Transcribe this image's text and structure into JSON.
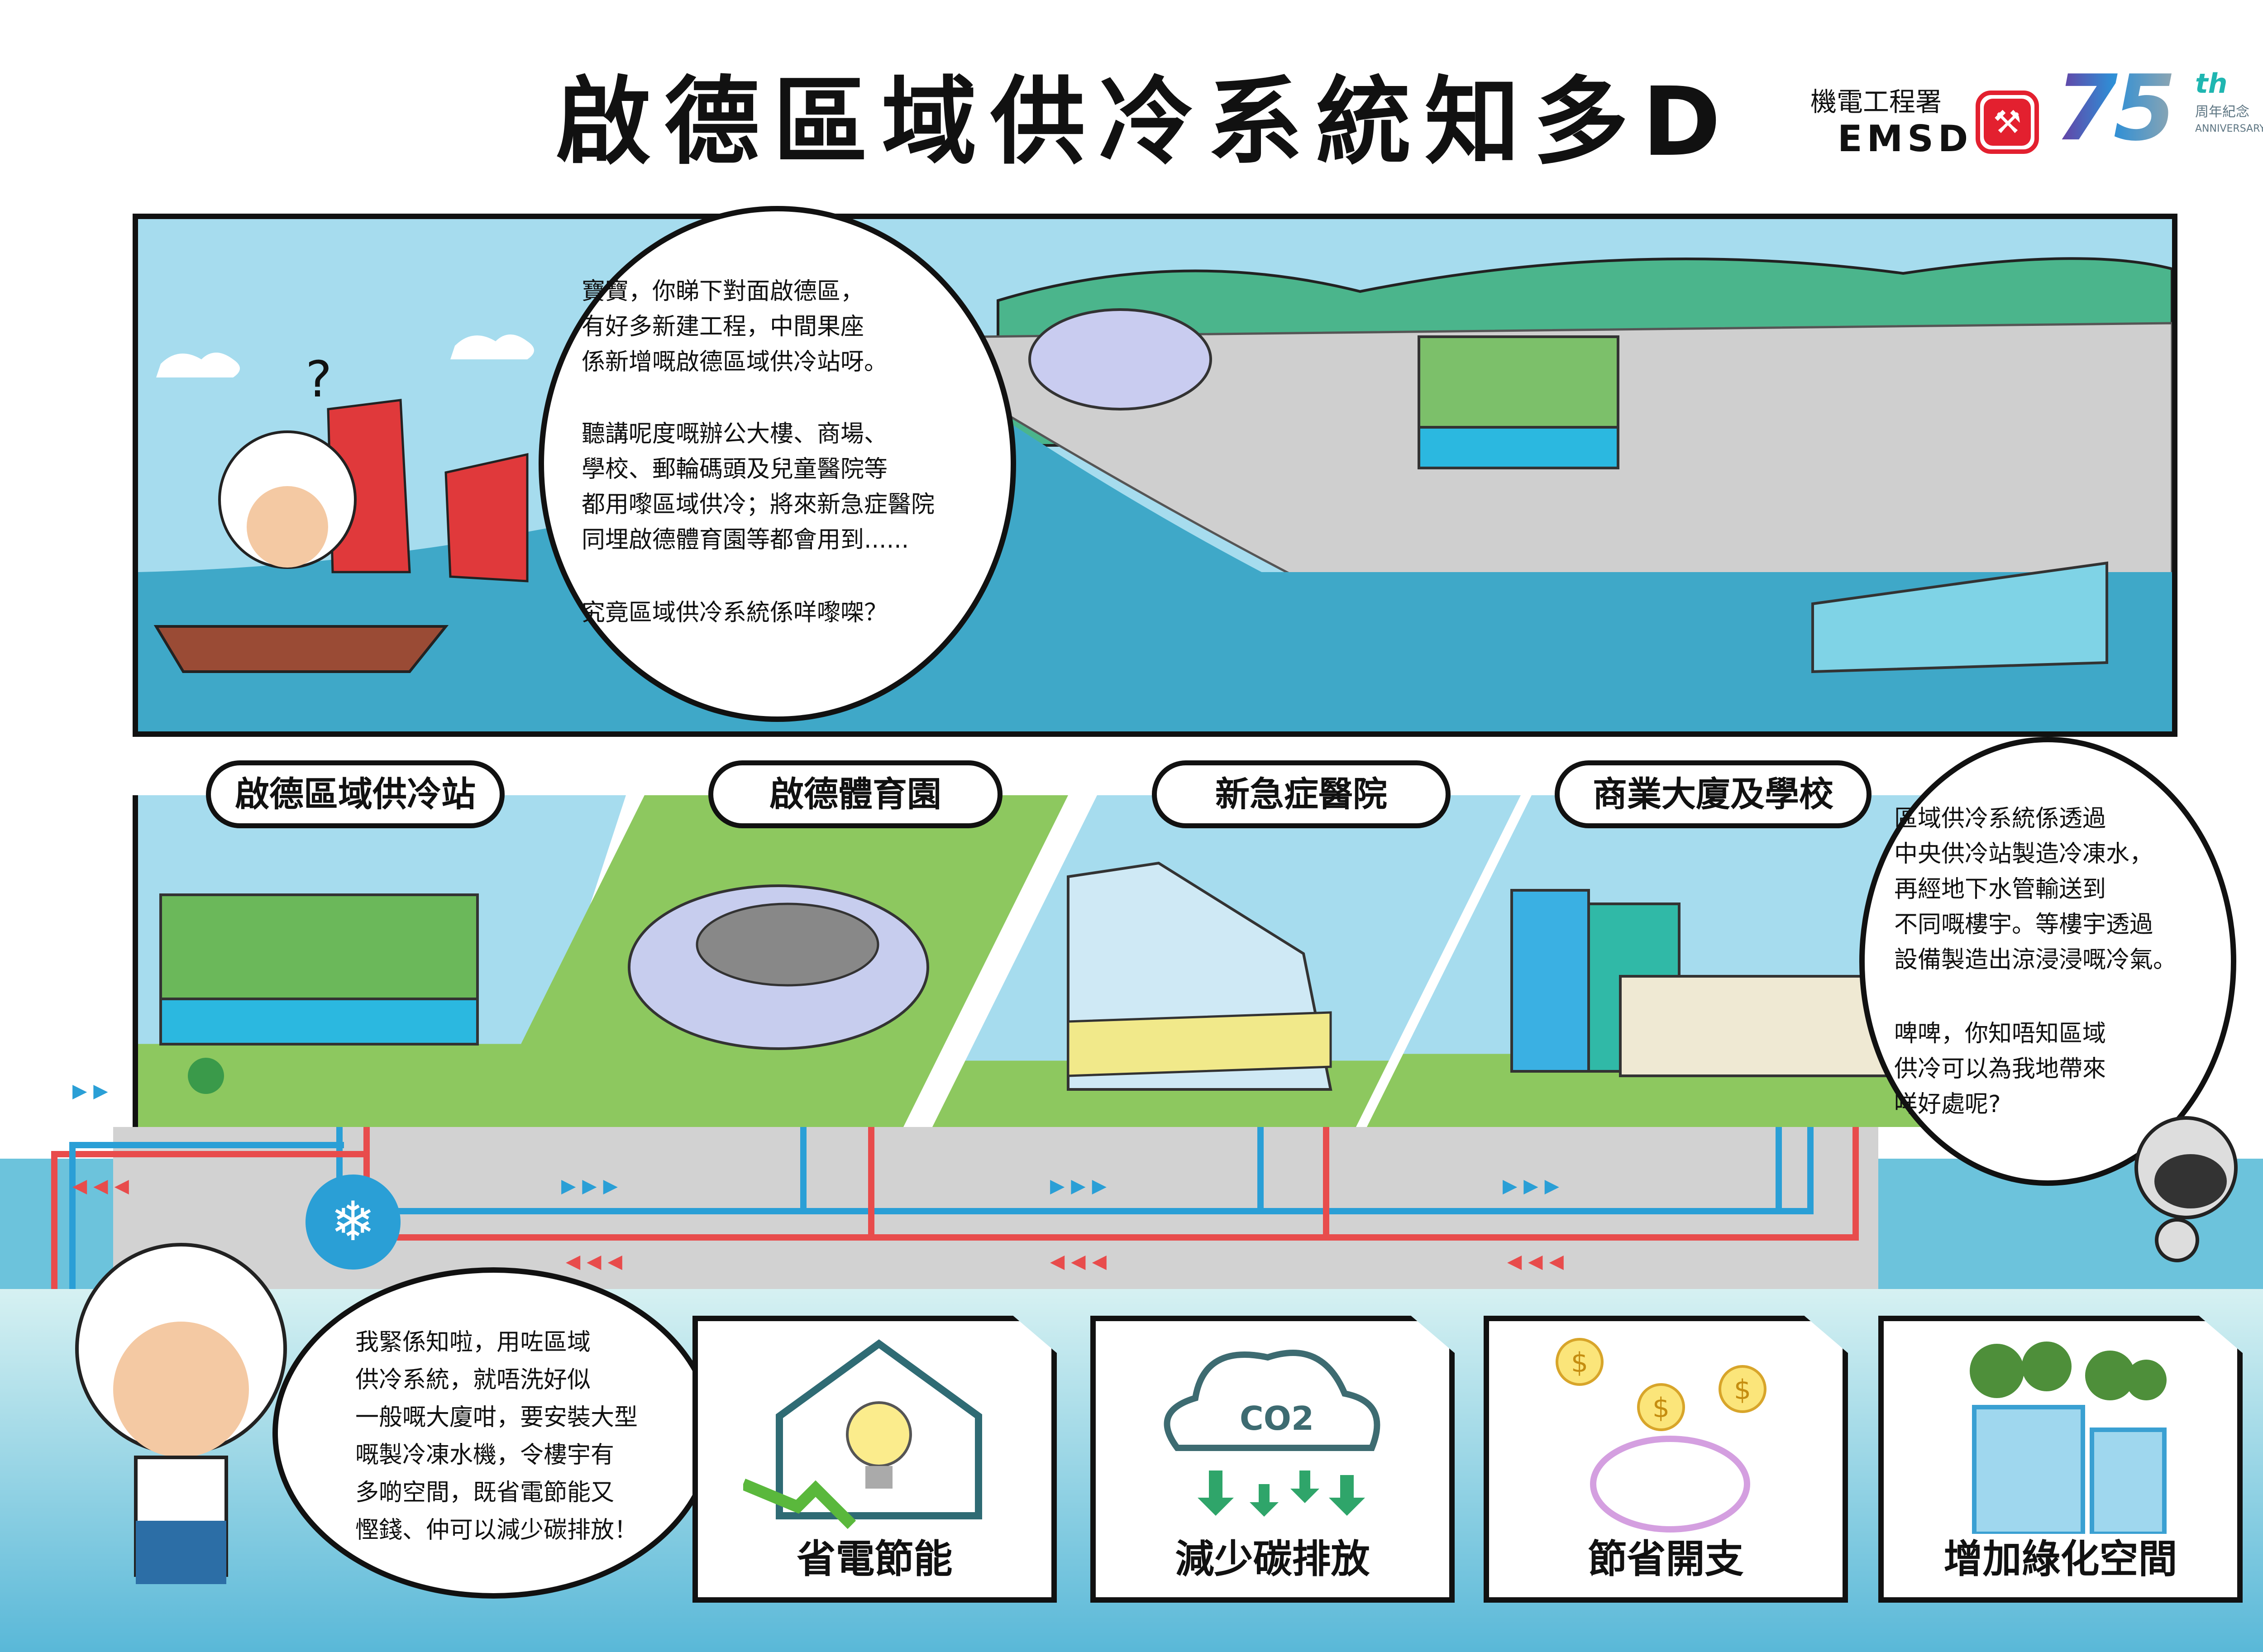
{
  "title": "啟德區域供冷系統知多D",
  "logo": {
    "department_zh": "機電工程署",
    "department_en": "EMSD",
    "anniversary_number": "75",
    "anniversary_suffix": "th",
    "anniversary_zh": "周年紀念",
    "anniversary_en": "ANNIVERSARY"
  },
  "top_bubble": {
    "lines": [
      "寶寶，你睇下對面啟德區，\n有好多新建工程，中間果座\n係新增嘅啟德區域供冷站呀。",
      "聽講呢度嘅辦公大樓、商場、\n學校、郵輪碼頭及兒童醫院等\n都用嚟區域供冷；將來新急症醫院\n同埋啟德體育園等都會用到......",
      "究竟區域供冷系統係咩嚟㗎？"
    ]
  },
  "question_mark": "?",
  "panels": [
    {
      "label": "啟德區域供冷站"
    },
    {
      "label": "啟德體育園"
    },
    {
      "label": "新急症醫院"
    },
    {
      "label": "商業大廈及學校"
    }
  ],
  "right_bubble": {
    "lines": [
      "區域供冷系統係透過\n中央供冷站製造冷凍水，\n再經地下水管輸送到\n不同嘅樓宇。等樓宇透過\n設備製造出涼浸浸嘅冷氣。",
      "啤啤，你知唔知區域\n供冷可以為我地帶來\n咩好處呢?"
    ]
  },
  "left_bubble": {
    "text": "我緊係知啦，用咗區域\n供冷系統，就唔洗好似\n一般嘅大廈咁，要安裝大型\n嘅製冷凍水機，令樓宇有\n多啲空間，既省電節能又\n慳錢、仲可以減少碳排放！"
  },
  "benefits": [
    {
      "label": "省電節能",
      "icon": "house-lightbulb-icon"
    },
    {
      "label": "減少碳排放",
      "icon": "co2-cloud-icon",
      "icon_text": "CO2"
    },
    {
      "label": "節省開支",
      "icon": "piggy-bank-icon",
      "icon_text": "$"
    },
    {
      "label": "增加綠化空間",
      "icon": "green-building-icon"
    }
  ],
  "colors": {
    "chilled_pipe": "#2a9fd6",
    "return_pipe": "#e84c4c",
    "sky": "#a6dcee",
    "sea": "#3fa8c8",
    "grass": "#8dc85f",
    "ground": "#d2d2d2"
  }
}
